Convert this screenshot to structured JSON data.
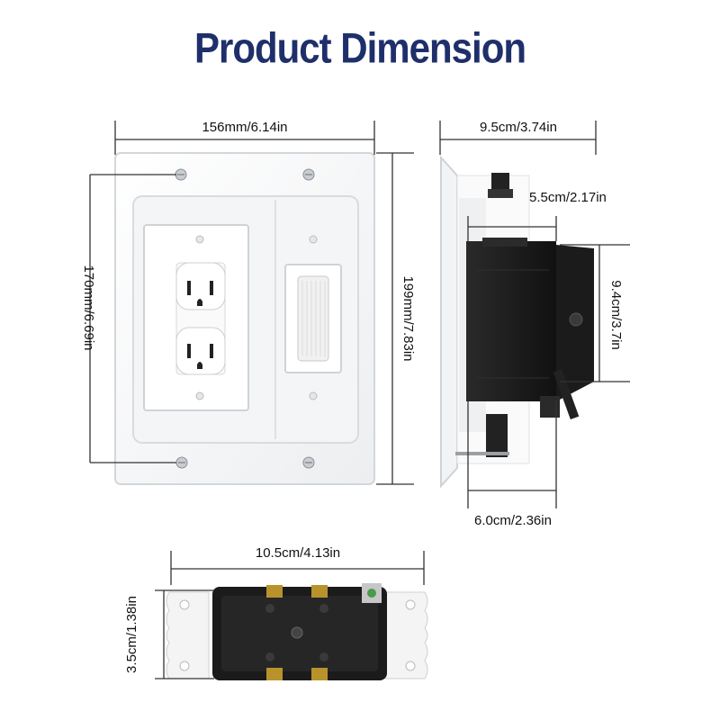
{
  "title": "Product Dimension",
  "dimensions": {
    "plate_width": "156mm/6.14in",
    "plate_opening_height": "170mm/6.69in",
    "plate_height": "199mm/7.83in",
    "side_depth": "9.5cm/3.74in",
    "box_depth": "5.5cm/2.17in",
    "box_height": "9.4cm/3.7in",
    "box_bottom_depth": "6.0cm/2.36in",
    "outlet_length": "10.5cm/4.13in",
    "outlet_height": "3.5cm/1.38in"
  },
  "colors": {
    "title": "#1f2f6b",
    "plate": "#ffffff",
    "box": "#1c1c1c",
    "dimension_line": "#333333"
  }
}
